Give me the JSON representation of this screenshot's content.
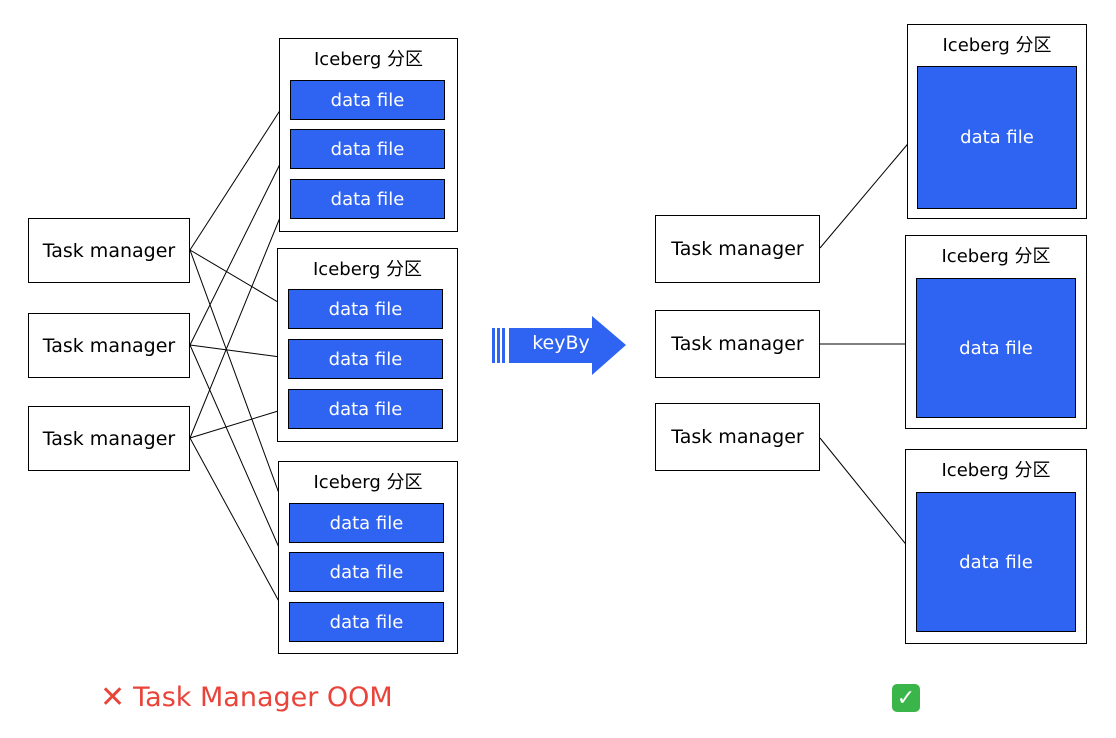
{
  "left": {
    "task_managers": [
      "Task manager",
      "Task manager",
      "Task manager"
    ],
    "partitions": [
      {
        "title": "Iceberg 分区",
        "files": [
          "data file",
          "data file",
          "data file"
        ]
      },
      {
        "title": "Iceberg 分区",
        "files": [
          "data file",
          "data file",
          "data file"
        ]
      },
      {
        "title": "Iceberg 分区",
        "files": [
          "data file",
          "data file",
          "data file"
        ]
      }
    ],
    "caption": "Task Manager OOM",
    "caption_icon": "cross-mark-icon"
  },
  "arrow": {
    "label": "keyBy"
  },
  "right": {
    "task_managers": [
      "Task manager",
      "Task manager",
      "Task manager"
    ],
    "partitions": [
      {
        "title": "Iceberg 分区",
        "file": "data file"
      },
      {
        "title": "Iceberg 分区",
        "file": "data file"
      },
      {
        "title": "Iceberg 分区",
        "file": "data file"
      }
    ],
    "caption_icon": "check-mark-icon"
  },
  "colors": {
    "data_file": "#2f63f2",
    "arrow": "#2f63f2",
    "error": "#e8443a",
    "ok": "#39b54a"
  }
}
